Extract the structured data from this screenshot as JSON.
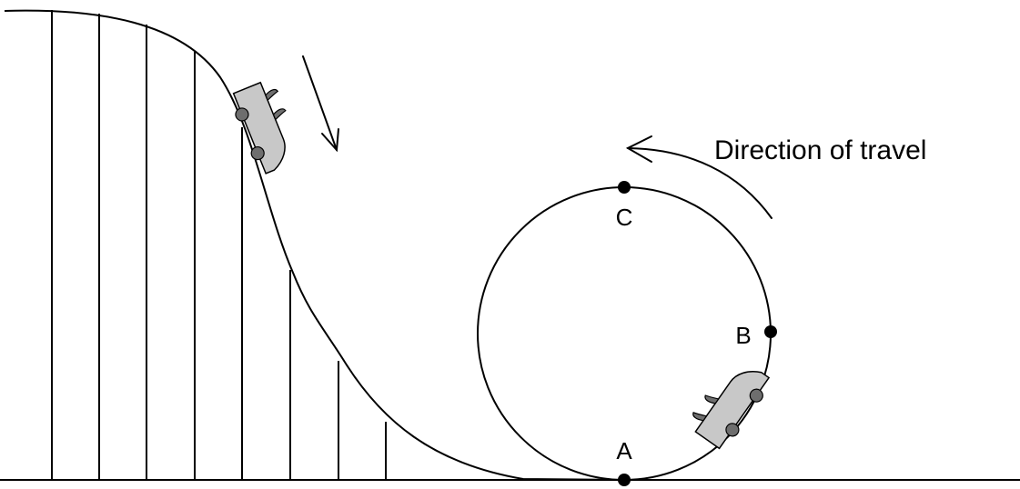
{
  "labels": {
    "direction": "Direction of travel",
    "point_a": "A",
    "point_b": "B",
    "point_c": "C"
  },
  "colors": {
    "line": "#000000",
    "car_body": "#c8c8c8",
    "car_wheel": "#6e6e6e",
    "background": "#ffffff"
  },
  "icons": {
    "coaster_car": "roller-coaster-car-icon",
    "motion_arrow": "down-arrow-icon",
    "direction_arrow": "curved-arrow-icon"
  }
}
